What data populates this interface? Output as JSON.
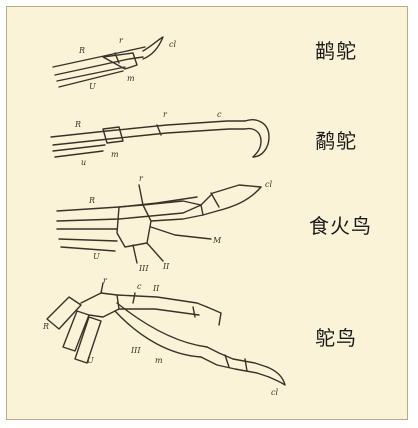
{
  "labels": {
    "emu": "鹋鸵",
    "kiwi": "鹬鸵",
    "cassowary": "食火鸟",
    "ostrich": "鸵鸟"
  },
  "sketch_letters": {
    "emu": [
      "R",
      "r",
      "cl",
      "m",
      "U"
    ],
    "kiwi": [
      "R",
      "r",
      "c",
      "u",
      "m"
    ],
    "cassowary": [
      "R",
      "r",
      "cl",
      "U",
      "M",
      "III",
      "II"
    ],
    "ostrich": [
      "R",
      "r",
      "c",
      "II",
      "III",
      "cl",
      "U",
      "m"
    ]
  },
  "colors": {
    "background": "#fbf3d7",
    "border": "#b8ab8a",
    "ink": "#3a3228"
  }
}
